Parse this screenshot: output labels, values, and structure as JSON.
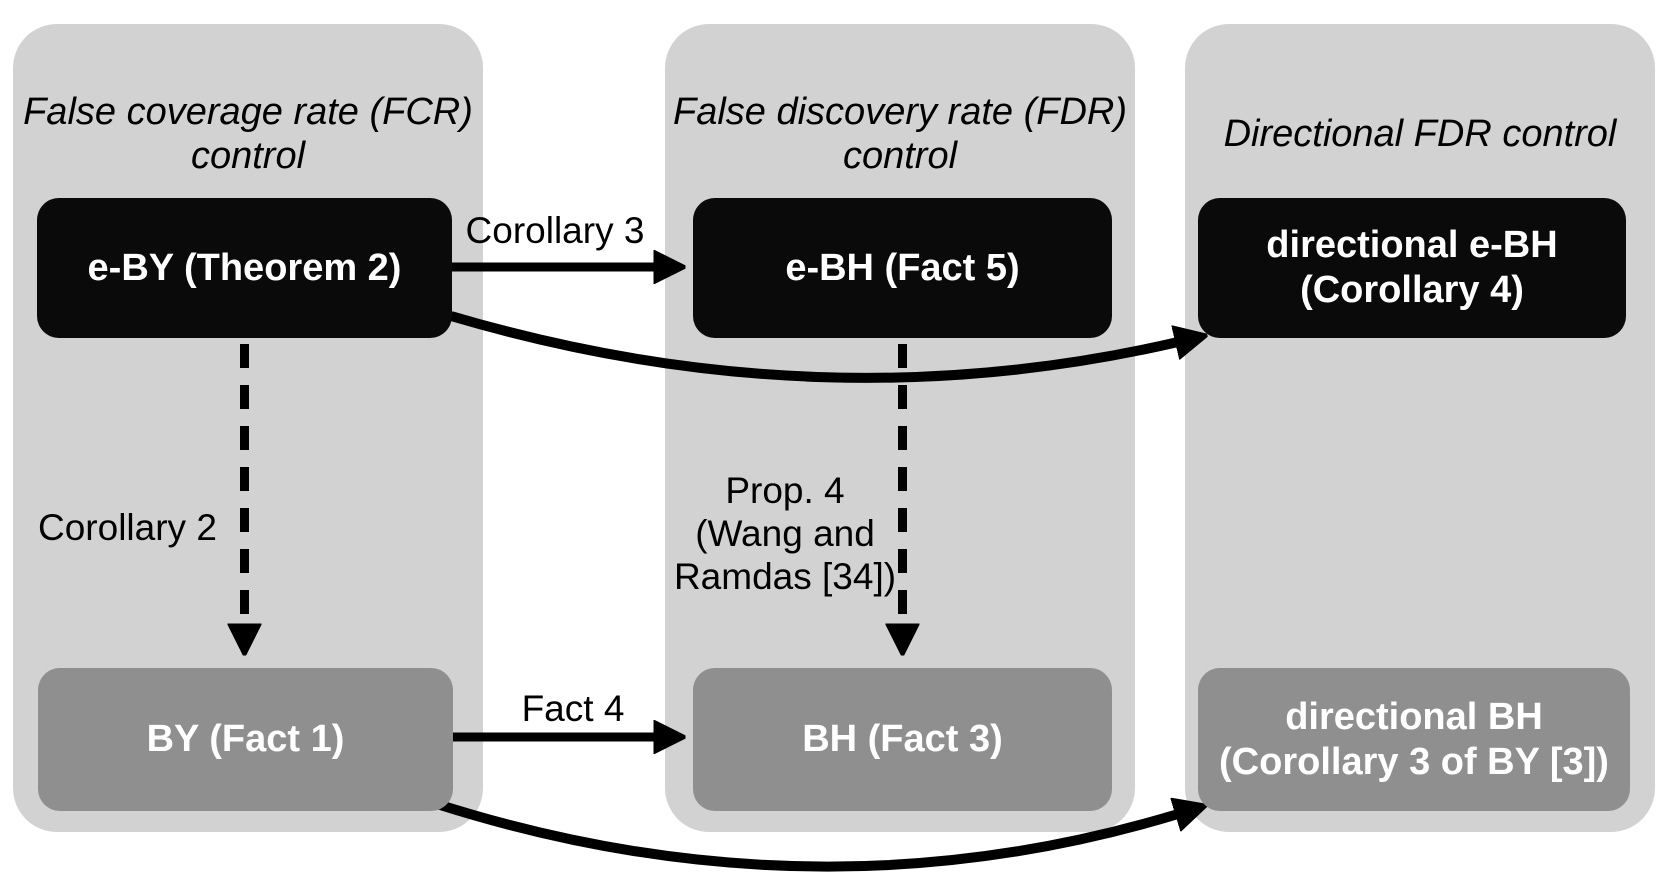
{
  "figure": {
    "background": "#ffffff",
    "colors": {
      "panel": "#d2d2d2",
      "node_black": "#0a0a0a",
      "node_gray": "#8f8f8f",
      "node_text": "#ffffff",
      "line": "#000000",
      "label_text": "#000000"
    },
    "panels": [
      {
        "id": "fcr",
        "title_line1": "False coverage rate (FCR)",
        "title_line2": "control"
      },
      {
        "id": "fdr",
        "title_line1": "False discovery rate (FDR)",
        "title_line2": "control"
      },
      {
        "id": "dir-fdr",
        "title_line1": "Directional FDR control"
      }
    ],
    "nodes": [
      {
        "id": "e-by",
        "line1": "e-BY (Theorem 2)"
      },
      {
        "id": "e-bh",
        "line1": "e-BH (Fact 5)"
      },
      {
        "id": "dir-e-bh",
        "line1": "directional e-BH",
        "line2": "(Corollary 4)"
      },
      {
        "id": "by",
        "line1": "BY (Fact 1)"
      },
      {
        "id": "bh",
        "line1": "BH (Fact 3)"
      },
      {
        "id": "dir-bh",
        "line1": "directional BH",
        "line2": "(Corollary 3 of BY [3])"
      }
    ],
    "edge_labels": {
      "corollary3": "Corollary 3",
      "corollary2": "Corollary 2",
      "prop4_line1": "Prop. 4",
      "prop4_line2": "(Wang and",
      "prop4_line3": "Ramdas [34])",
      "fact4": "Fact 4"
    },
    "edges": [
      {
        "from": "e-BY",
        "to": "e-BH",
        "label": "Corollary 3",
        "style": "solid"
      },
      {
        "from": "e-BY",
        "to": "directional e-BH",
        "label": "",
        "style": "solid-curved"
      },
      {
        "from": "e-BY",
        "to": "BY",
        "label": "Corollary 2",
        "style": "dashed"
      },
      {
        "from": "e-BH",
        "to": "BH",
        "label": "Prop. 4 (Wang and Ramdas [34])",
        "style": "dashed"
      },
      {
        "from": "BY",
        "to": "BH",
        "label": "Fact 4",
        "style": "solid"
      },
      {
        "from": "BY",
        "to": "directional BH",
        "label": "",
        "style": "solid-curved"
      }
    ]
  }
}
